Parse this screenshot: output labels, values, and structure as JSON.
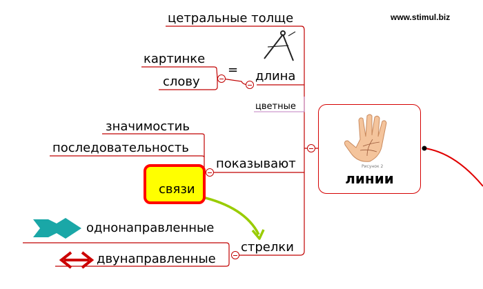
{
  "watermark": "www.stimul.biz",
  "central": {
    "title": "линии",
    "caption": "Рисунок 2"
  },
  "branches": {
    "tsentralnye": "цетральные толще",
    "dlina": "длина",
    "kartinke": "картинке",
    "slovu": "слову",
    "equals": "=",
    "tsvetnye": "цветные",
    "znachimost": "значимостиь",
    "posledovatelnost": "последовательность",
    "pokazyvayut": "показывают",
    "svyazi": "связи",
    "odnonapr": "однонаправленные",
    "strelki": "стрелки",
    "dvunapr": "двунаправленные"
  },
  "colors": {
    "branch": "#c00000",
    "highlight_fill": "#ffff00",
    "highlight_border": "#ff0000",
    "relation_arrow": "#99cc00",
    "one_way_arrow": "#1aa7a7",
    "two_way_arrow": "#cc0000",
    "tsvetnye_line": "#c080c0"
  },
  "icons": [
    "compass-icon",
    "palm-hand-icon",
    "one-way-arrow-icon",
    "two-way-arrow-icon"
  ]
}
